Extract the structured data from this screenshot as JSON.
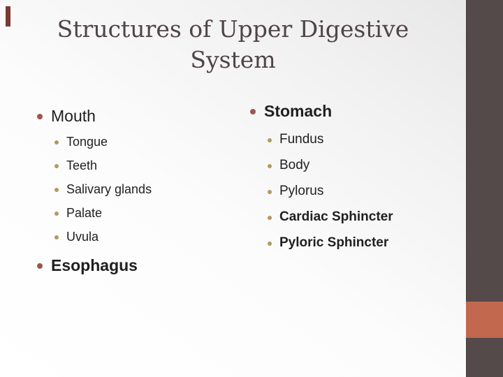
{
  "slide": {
    "title_line1": "Structures of Upper Digestive",
    "title_line2": "System"
  },
  "columns": {
    "left": {
      "header": {
        "label": "Mouth",
        "bold": false
      },
      "items": [
        {
          "label": "Tongue"
        },
        {
          "label": "Teeth"
        },
        {
          "label": "Salivary glands"
        },
        {
          "label": "Palate"
        },
        {
          "label": "Uvula"
        }
      ],
      "footer": {
        "label": "Esophagus",
        "bold": true
      }
    },
    "right": {
      "header": {
        "label": "Stomach",
        "bold": true
      },
      "items": [
        {
          "label": "Fundus",
          "bold": false
        },
        {
          "label": "Body",
          "bold": false
        },
        {
          "label": "Pylorus",
          "bold": false
        },
        {
          "label": "Cardiac Sphincter",
          "bold": true
        },
        {
          "label": "Pyloric Sphincter",
          "bold": true
        }
      ]
    }
  },
  "colors": {
    "accent_band": "#534a49",
    "accent_square": "#c1684e",
    "corner_mark": "#7a3a33",
    "bullet_l1": "#9d574a",
    "bullet_l2": "#b3985f",
    "title_text": "#4e4546",
    "body_text": "#1f1f1f",
    "bg_gray": "#e7e6e6"
  }
}
